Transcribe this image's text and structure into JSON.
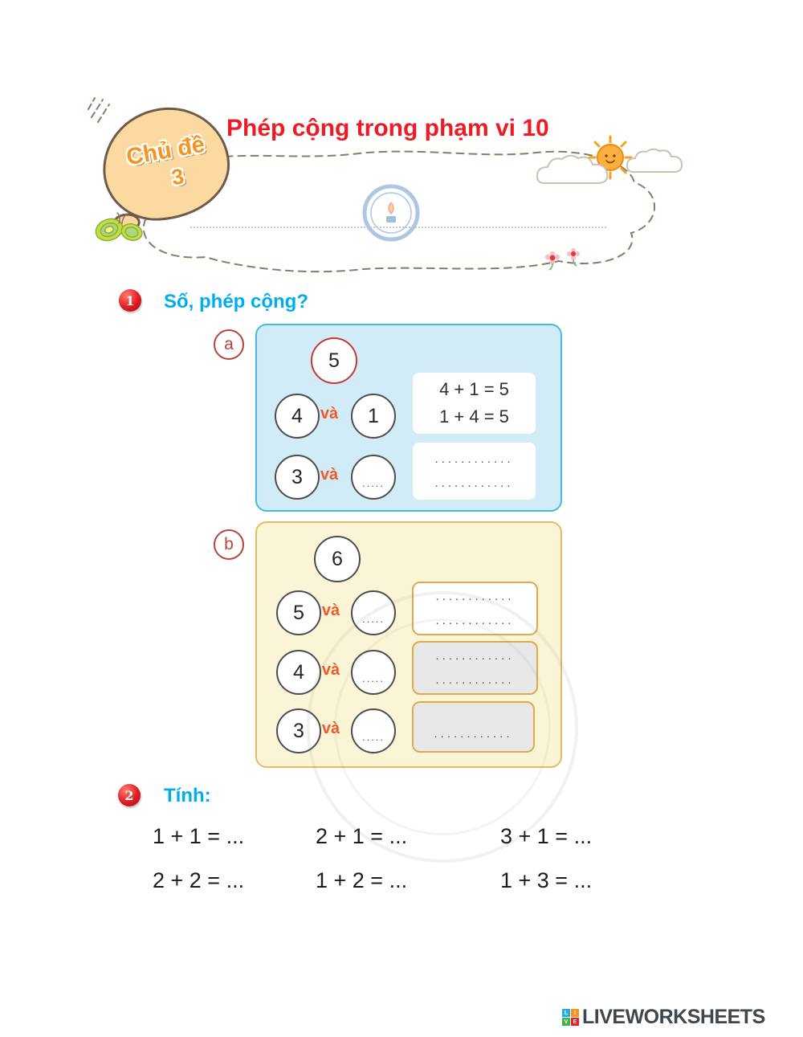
{
  "header": {
    "topic_label": "Chủ đề",
    "topic_number": "3",
    "title": "Phép cộng trong phạm vi 10"
  },
  "section1": {
    "number": "1",
    "title": "Số, phép cộng?",
    "panel_a": {
      "label": "a",
      "top_number": "5",
      "rows": [
        {
          "left": "4",
          "mid": "và",
          "right": "1"
        },
        {
          "left": "3",
          "mid": "và",
          "right": "....."
        }
      ],
      "answer_box": {
        "line1": "4 + 1 = 5",
        "line2": "1 + 4 = 5"
      }
    },
    "panel_b": {
      "label": "b",
      "top_number": "6",
      "rows": [
        {
          "left": "5",
          "mid": "và",
          "right": "....."
        },
        {
          "left": "4",
          "mid": "và",
          "right": "....."
        },
        {
          "left": "3",
          "mid": "và",
          "right": "....."
        }
      ]
    }
  },
  "section2": {
    "number": "2",
    "title": "Tính:",
    "rows": [
      [
        "1 + 1 = ...",
        "2 + 1 = ...",
        "3 + 1 = ..."
      ],
      [
        "2 + 2 = ...",
        "1 + 2 = ...",
        "1 + 3 = ..."
      ]
    ]
  },
  "misc": {
    "dots_line": "............",
    "circle_dots": "....."
  },
  "footer": {
    "brand": "LIVEWORKSHEETS",
    "icon_letters": [
      "L",
      "I",
      "V",
      "E"
    ]
  },
  "colors": {
    "title_red": "#ed1c24",
    "heading_cyan": "#00aeef",
    "panel_a_bg": "#d2ecf7",
    "panel_a_border": "#49b8e5",
    "panel_b_bg": "#fbf5d8",
    "panel_b_border": "#e3bc6a",
    "va_orange": "#f05a28"
  }
}
